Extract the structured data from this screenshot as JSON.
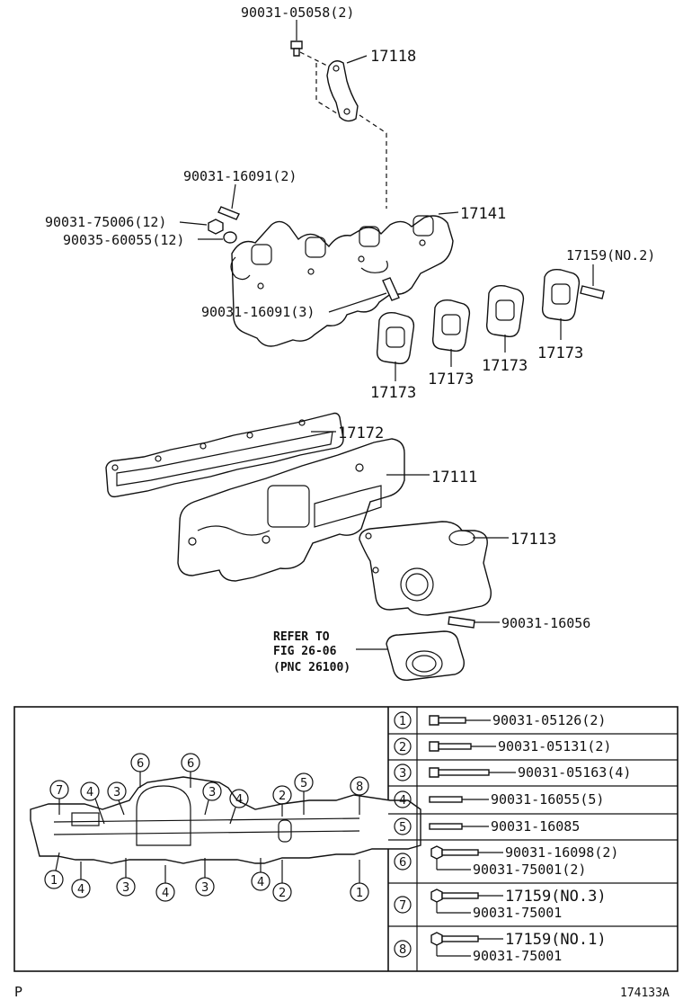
{
  "callouts": {
    "bolt_top": "90031-05058(2)",
    "bracket": "17118",
    "stud_upper": "90031-16091(2)",
    "nut": "90031-75006(12)",
    "washer": "90035-60055(12)",
    "exhaust_manifold": "17141",
    "stud_lower": "90031-16091(3)",
    "stud_no2": "17159(NO.2)",
    "gasket_1": "17173",
    "gasket_2": "17173",
    "gasket_3": "17173",
    "gasket_4": "17173",
    "intake_gasket": "17172",
    "intake_manifold": "17111",
    "throttle_adapter": "17113",
    "stud_throttle": "90031-16056",
    "refer_line1": "REFER TO",
    "refer_line2": "FIG 26-06",
    "refer_line3": "(PNC 26100)"
  },
  "inset": {
    "position_markers": [
      "7",
      "4",
      "3",
      "6",
      "6",
      "3",
      "4",
      "2",
      "5",
      "8",
      "1",
      "4",
      "3",
      "4",
      "3",
      "4",
      "2",
      "1"
    ]
  },
  "legend": [
    {
      "num": "1",
      "parts": [
        "90031-05126(2)"
      ]
    },
    {
      "num": "2",
      "parts": [
        "90031-05131(2)"
      ]
    },
    {
      "num": "3",
      "parts": [
        "90031-05163(4)"
      ]
    },
    {
      "num": "4",
      "parts": [
        "90031-16055(5)"
      ]
    },
    {
      "num": "5",
      "parts": [
        "90031-16085"
      ]
    },
    {
      "num": "6",
      "parts": [
        "90031-16098(2)",
        "90031-75001(2)"
      ]
    },
    {
      "num": "7",
      "parts": [
        "17159(NO.3)",
        "90031-75001"
      ]
    },
    {
      "num": "8",
      "parts": [
        "17159(NO.1)",
        "90031-75001"
      ]
    }
  ],
  "footer": {
    "page_letter": "P",
    "figure_code": "174133A"
  }
}
